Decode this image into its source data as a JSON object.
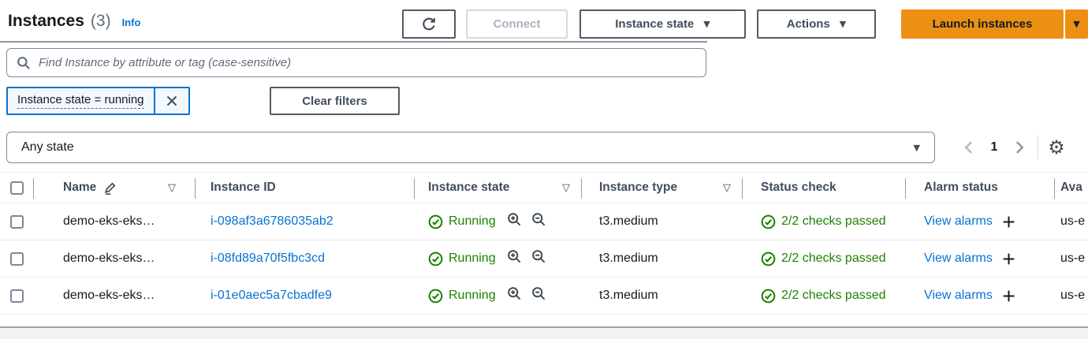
{
  "header": {
    "title": "Instances",
    "count": "(3)",
    "info_label": "Info"
  },
  "toolbar": {
    "connect_label": "Connect",
    "instance_state_label": "Instance state",
    "actions_label": "Actions",
    "launch_label": "Launch instances"
  },
  "search": {
    "placeholder": "Find Instance by attribute or tag (case-sensitive)",
    "value": ""
  },
  "filters": {
    "chip_label": "Instance state = running",
    "clear_label": "Clear filters"
  },
  "state_filter": {
    "value": "Any state"
  },
  "pagination": {
    "page": "1"
  },
  "table": {
    "columns": {
      "name": "Name",
      "instance_id": "Instance ID",
      "instance_state": "Instance state",
      "instance_type": "Instance type",
      "status_check": "Status check",
      "alarm_status": "Alarm status",
      "availability_zone": "Ava"
    },
    "rows": [
      {
        "name": "demo-eks-eks…",
        "id": "i-098af3a6786035ab2",
        "state": "Running",
        "type": "t3.medium",
        "status": "2/2 checks passed",
        "alarm": "View alarms",
        "az": "us-e"
      },
      {
        "name": "demo-eks-eks…",
        "id": "i-08fd89a70f5fbc3cd",
        "state": "Running",
        "type": "t3.medium",
        "status": "2/2 checks passed",
        "alarm": "View alarms",
        "az": "us-e"
      },
      {
        "name": "demo-eks-eks…",
        "id": "i-01e0aec5a7cbadfe9",
        "state": "Running",
        "type": "t3.medium",
        "status": "2/2 checks passed",
        "alarm": "View alarms",
        "az": "us-e"
      }
    ]
  },
  "icons": {
    "refresh": "circular-arrow",
    "search": "magnifier",
    "remove_filter": "x-mark",
    "edit_name": "pencil",
    "status_ok": "check-circle",
    "zoom_in": "magnifier-plus",
    "zoom_out": "magnifier-minus",
    "add_alarm": "plus",
    "settings_glyph": "⚙",
    "caret_down_glyph": "▼",
    "sort_glyph": "▽"
  },
  "colors": {
    "link_blue": "#0972d3",
    "success_green": "#1d8102",
    "launch_orange": "#ec9013",
    "chip_bg": "#f2f8fd"
  }
}
